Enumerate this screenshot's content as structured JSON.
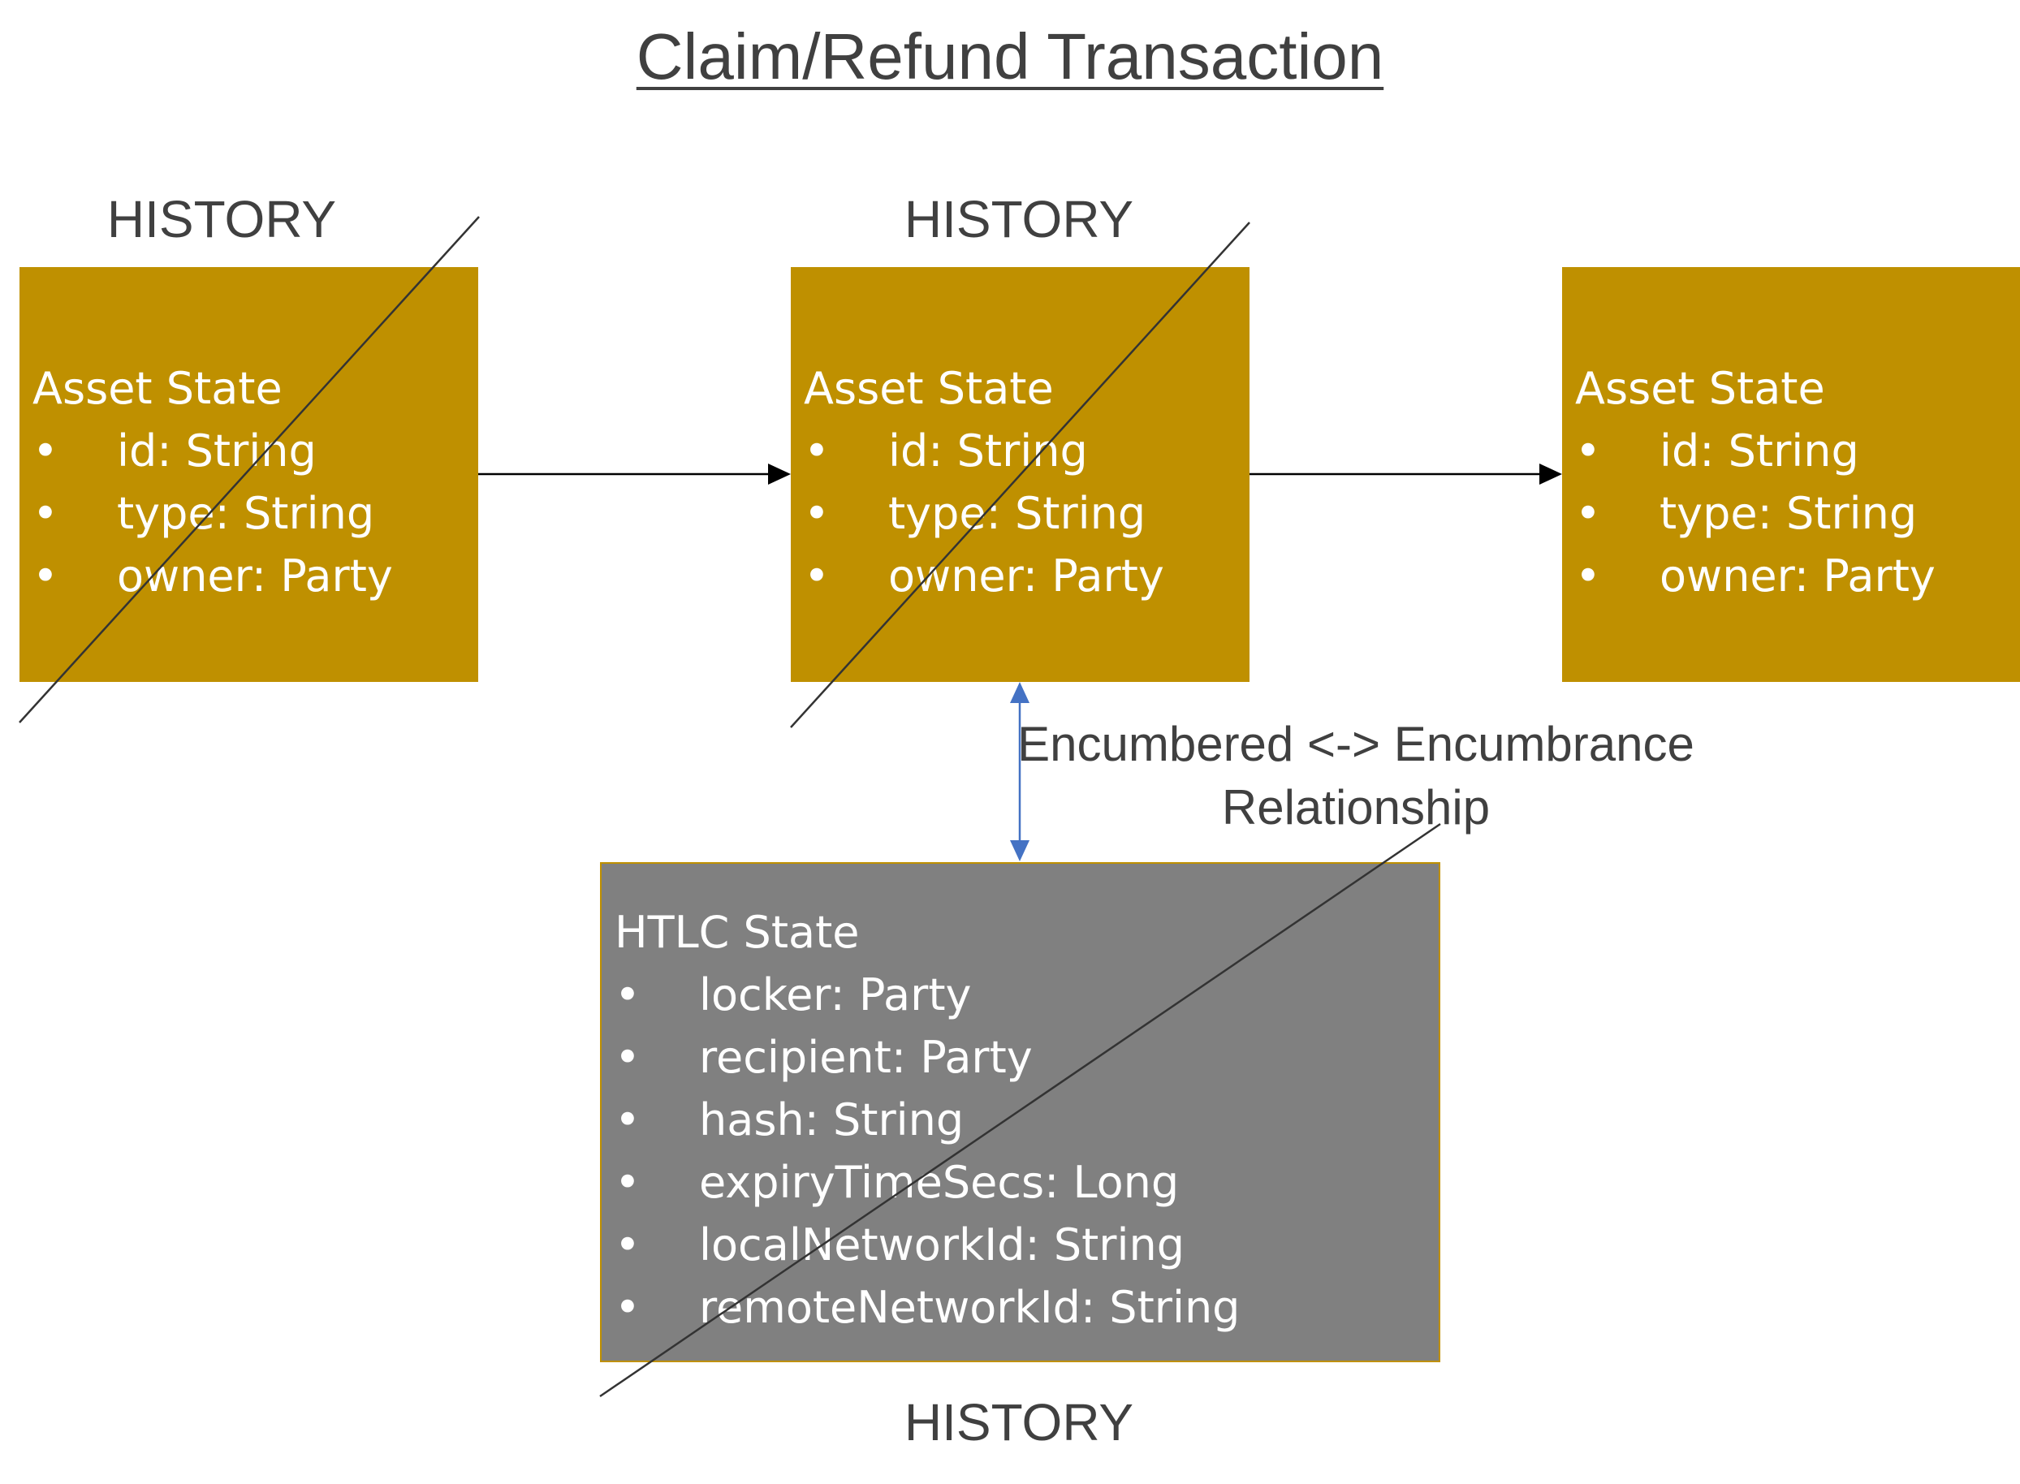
{
  "title": "Claim/Refund Transaction",
  "history_labels": {
    "left": "HISTORY",
    "middle": "HISTORY",
    "bottom": "HISTORY"
  },
  "asset_states": [
    {
      "title": "Asset State",
      "fields": [
        "id: String",
        "type: String",
        "owner: Party"
      ],
      "crossed_out": true
    },
    {
      "title": "Asset State",
      "fields": [
        "id: String",
        "type: String",
        "owner: Party"
      ],
      "crossed_out": true
    },
    {
      "title": "Asset State",
      "fields": [
        "id: String",
        "type: String",
        "owner: Party"
      ],
      "crossed_out": false
    }
  ],
  "htlc_state": {
    "title": "HTLC State",
    "fields": [
      "locker: Party",
      "recipient: Party",
      "hash: String",
      "expiryTimeSecs: Long",
      "localNetworkId: String",
      "remoteNetworkId: String"
    ],
    "crossed_out": true
  },
  "relationship_label": {
    "line1": "Encumbered <-> Encumbrance",
    "line2": "Relationship"
  },
  "bullet": "•",
  "colors": {
    "asset_fill": "#bf9000",
    "htlc_fill": "#808080",
    "text_dark": "#404040",
    "text_light": "#ffffff",
    "arrow_black": "#000000",
    "arrow_blue": "#4472c4"
  }
}
